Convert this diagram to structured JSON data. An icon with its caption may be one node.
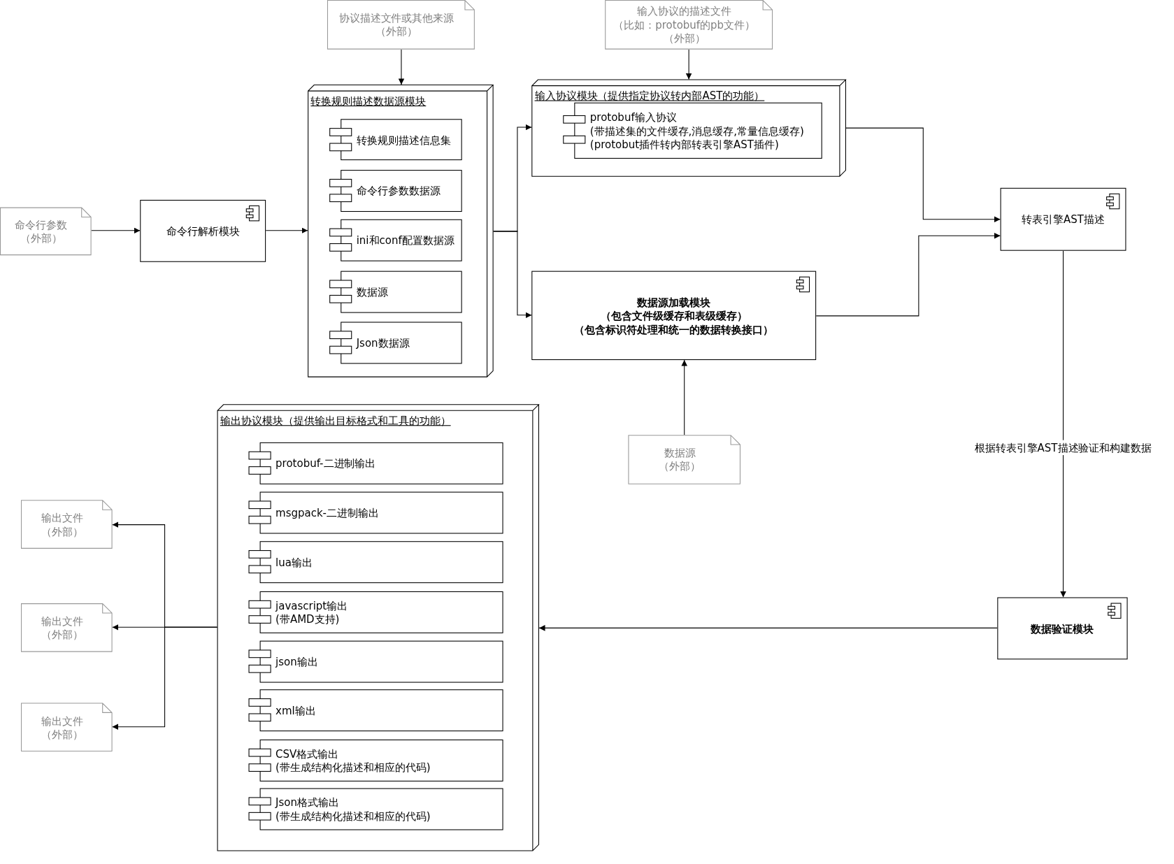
{
  "diagram": {
    "nodes": [
      {
        "text": [
          "命令行参数",
          "（外部）"
        ]
      },
      {
        "text": [
          "命令行解析模块"
        ]
      },
      {
        "text": [
          "协议描述文件或其他来源",
          "（外部）"
        ]
      },
      {
        "text": [
          "转换规则描述数据源模块"
        ]
      },
      {
        "text": [
          "转换规则描述信息集"
        ],
        "in": 3
      },
      {
        "text": [
          "命令行参数数据源"
        ],
        "in": 3
      },
      {
        "text": [
          "ini和conf配置数据源"
        ],
        "in": 3
      },
      {
        "text": [
          "数据源"
        ],
        "in": 3
      },
      {
        "text": [
          "Json数据源"
        ],
        "in": 3
      },
      {
        "text": [
          "输入协议的描述文件",
          "（比如：protobuf的pb文件）",
          "（外部）"
        ]
      },
      {
        "text": [
          "输入协议模块（提供指定协议转内部AST的功能）"
        ]
      },
      {
        "text": [
          "protobuf输入协议",
          "(带描述集的文件缓存,消息缓存,常量信息缓存)",
          "(protobut插件转内部转表引擎AST插件)"
        ],
        "in": 10
      },
      {
        "text": [
          "数据源加载模块",
          "（包含文件级缓存和表级缓存）",
          "（包含标识符处理和统一的数据转换接口）"
        ]
      },
      {
        "text": [
          "数据源",
          "（外部）"
        ]
      },
      {
        "text": [
          "转表引擎AST描述"
        ]
      },
      {
        "text": [
          "数据验证模块"
        ]
      },
      {
        "text": [
          "输出协议模块（提供输出目标格式和工具的功能）"
        ]
      },
      {
        "text": [
          "protobuf-二进制输出"
        ],
        "in": 16
      },
      {
        "text": [
          "msgpack-二进制输出"
        ],
        "in": 16
      },
      {
        "text": [
          "lua输出"
        ],
        "in": 16
      },
      {
        "text": [
          "javascript输出",
          "(带AMD支持)"
        ],
        "in": 16
      },
      {
        "text": [
          "json输出"
        ],
        "in": 16
      },
      {
        "text": [
          "xml输出"
        ],
        "in": 16
      },
      {
        "text": [
          "CSV格式输出",
          "(带生成结构化描述和相应的代码)"
        ],
        "in": 16
      },
      {
        "text": [
          "Json格式输出",
          "(带生成结构化描述和相应的代码)"
        ],
        "in": 16
      },
      {
        "text": [
          "输出文件",
          "（外部）"
        ]
      },
      {
        "text": [
          "输出文件",
          "（外部）"
        ]
      },
      {
        "text": [
          "输出文件",
          "（外部）"
        ]
      }
    ],
    "edges": [
      {
        "from": 0,
        "to": 1,
        "arrow": "to"
      },
      {
        "from": 1,
        "to": 3,
        "arrow": "to"
      },
      {
        "from": 2,
        "to": 3,
        "arrow": "to"
      },
      {
        "from": 3,
        "to": 10,
        "arrow": "to"
      },
      {
        "from": 3,
        "to": 12,
        "arrow": "to"
      },
      {
        "from": 9,
        "to": 10,
        "arrow": "to"
      },
      {
        "from": 10,
        "to": 14,
        "arrow": "to"
      },
      {
        "from": 12,
        "to": 14,
        "arrow": "to"
      },
      {
        "from": 13,
        "to": 12,
        "arrow": "to"
      },
      {
        "from": 14,
        "to": 15,
        "arrow": "to",
        "label": "根据转表引擎AST描述验证和构建数据"
      },
      {
        "from": 15,
        "to": 16,
        "arrow": "to"
      },
      {
        "from": 16,
        "to": 25,
        "arrow": "to"
      },
      {
        "from": 16,
        "to": 26,
        "arrow": "to"
      },
      {
        "from": 16,
        "to": 27,
        "arrow": "to"
      }
    ]
  }
}
